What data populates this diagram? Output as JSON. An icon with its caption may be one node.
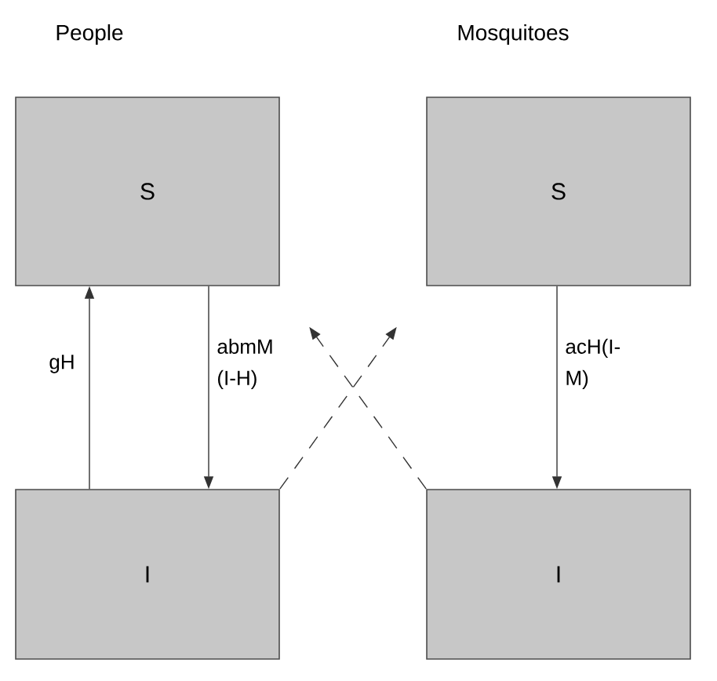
{
  "diagram": {
    "nodes": [
      {
        "text": [
          "S"
        ]
      },
      {
        "text": [
          "S"
        ]
      },
      {
        "text": [
          "I"
        ]
      },
      {
        "text": [
          "I"
        ]
      }
    ],
    "edges": [
      {
        "from": 2,
        "to": 0,
        "arrow": "to",
        "label": "gH"
      },
      {
        "from": 0,
        "to": 2,
        "arrow": "to",
        "label": "abmM (I-H)"
      },
      {
        "from": 1,
        "to": 3,
        "arrow": "to",
        "label": "acH(I-M)"
      },
      {
        "from": 2,
        "to": 1,
        "arrow": "to",
        "style": "dashed"
      },
      {
        "from": 3,
        "to": 0,
        "arrow": "to",
        "style": "dashed"
      }
    ],
    "labels": [
      "People",
      "Mosquitoes"
    ]
  }
}
